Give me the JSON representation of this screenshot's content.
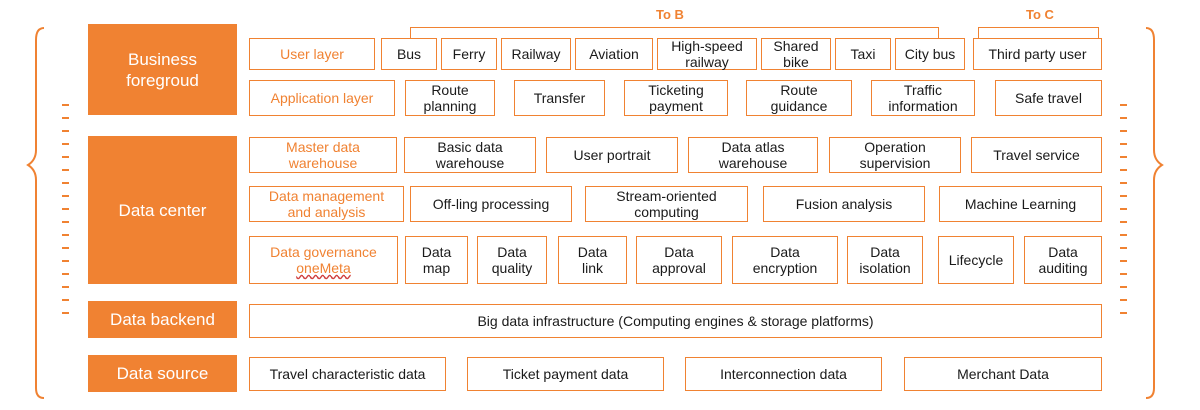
{
  "groups": {
    "to_b": "To B",
    "to_c": "To C"
  },
  "side_labels": {
    "business": "Business\nforegroud",
    "data_center": "Data center",
    "data_backend": "Data backend",
    "data_source": "Data source"
  },
  "user_layer": {
    "label": "User layer",
    "items": [
      "Bus",
      "Ferry",
      "Railway",
      "Aviation",
      "High-speed\nrailway",
      "Shared\nbike",
      "Taxi",
      "City bus",
      "Third party user"
    ]
  },
  "application_layer": {
    "label": "Application layer",
    "items": [
      "Route\nplanning",
      "Transfer",
      "Ticketing\npayment",
      "Route\nguidance",
      "Traffic\ninformation",
      "Safe travel"
    ]
  },
  "master_data": {
    "label": "Master data\nwarehouse",
    "items": [
      "Basic data\nwarehouse",
      "User portrait",
      "Data atlas\nwarehouse",
      "Operation\nsupervision",
      "Travel service"
    ]
  },
  "data_management": {
    "label": "Data management\nand analysis",
    "items": [
      "Off-ling processing",
      "Stream-oriented\ncomputing",
      "Fusion analysis",
      "Machine Learning"
    ]
  },
  "data_governance": {
    "label_line1": "Data governance",
    "label_line2": "oneMeta",
    "items": [
      "Data\nmap",
      "Data\nquality",
      "Data\nlink",
      "Data\napproval",
      "Data\nencryption",
      "Data\nisolation",
      "Lifecycle",
      "Data\nauditing"
    ]
  },
  "backend": {
    "infrastructure": "Big data infrastructure (Computing engines & storage platforms)"
  },
  "data_source": {
    "items": [
      "Travel characteristic data",
      "Ticket payment data",
      "Interconnection data",
      "Merchant Data"
    ]
  }
}
